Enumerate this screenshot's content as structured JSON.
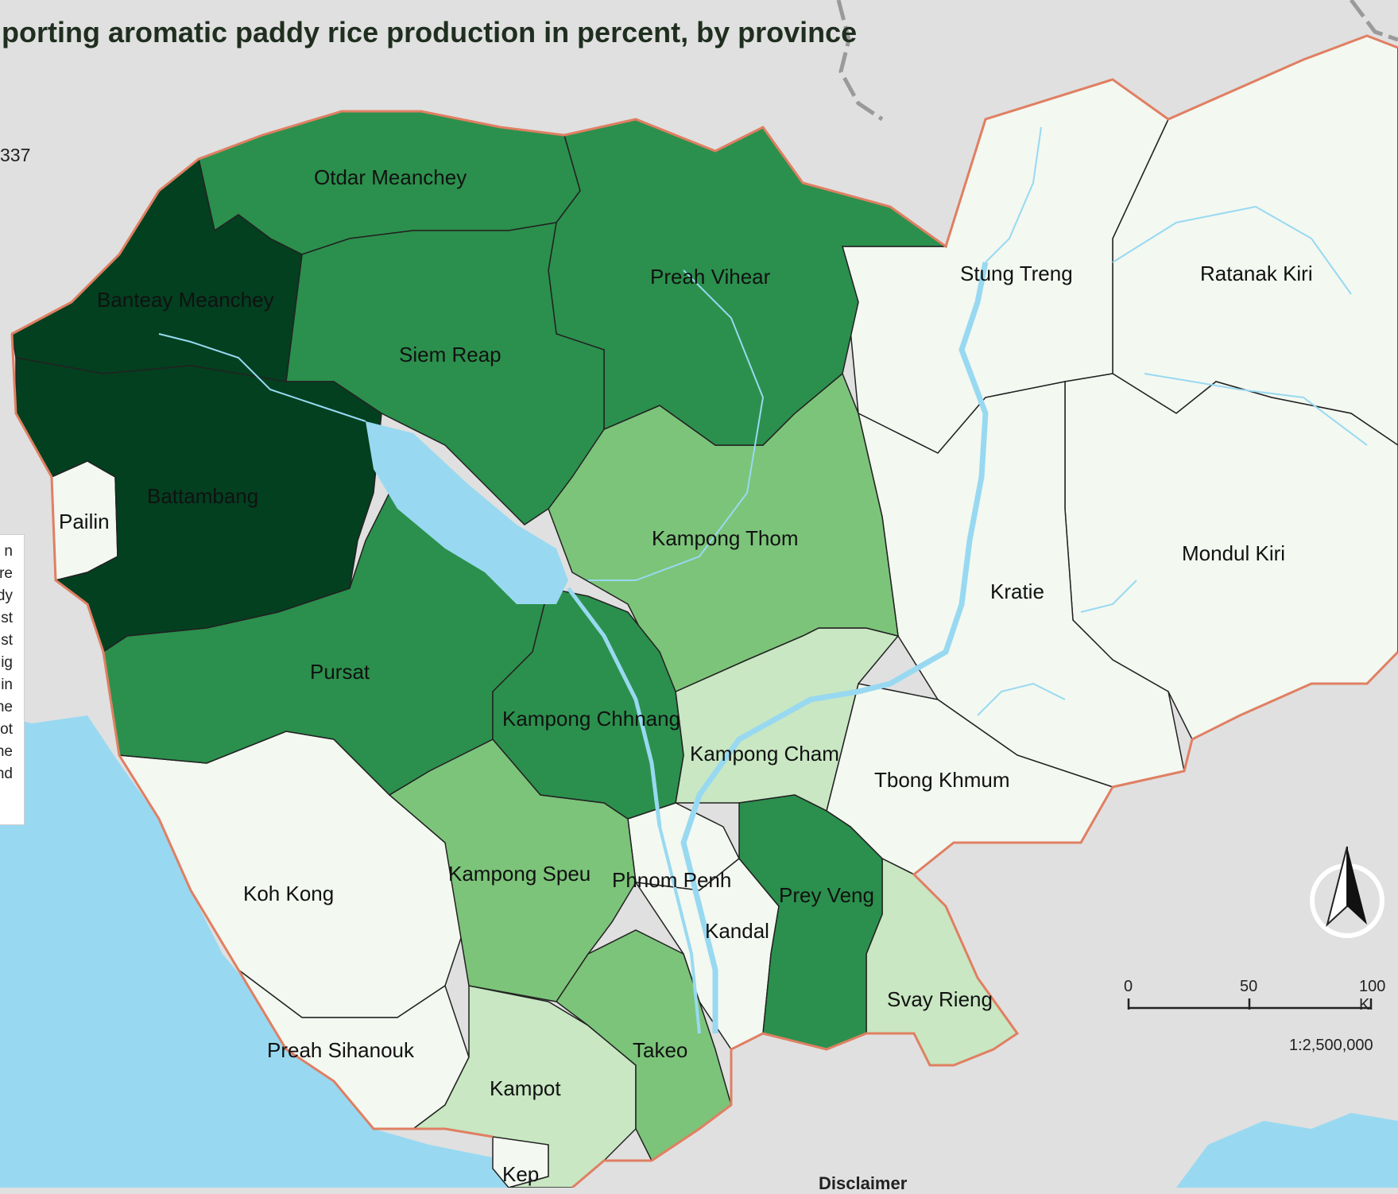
{
  "title": "porting aromatic paddy rice production in percent, by province",
  "left_snippet": "337",
  "legend_fragments": [
    "n",
    "re",
    "dy",
    "st",
    "st",
    "ig",
    "in",
    "he",
    "ot",
    "he",
    "nd"
  ],
  "scale_bar": {
    "ticks": [
      "0",
      "50",
      "100 K"
    ],
    "ratio": "1:2,500,000"
  },
  "disclaimer": "Disclaimer",
  "icons": {
    "north_arrow": "north-arrow-icon"
  },
  "colors": {
    "background": "#e0e0e0",
    "sea": "#98d9f1",
    "border_international": "#e07f62",
    "class_darkest": "#024020",
    "class_dark": "#2b904d",
    "class_medium": "#7cc47a",
    "class_light": "#c8e7c2",
    "class_lightest": "#f3f8f1"
  },
  "provinces": [
    {
      "name": "Otdar Meanchey",
      "level": "dark"
    },
    {
      "name": "Banteay Meanchey",
      "level": "darkest"
    },
    {
      "name": "Preah Vihear",
      "level": "dark"
    },
    {
      "name": "Siem Reap",
      "level": "dark"
    },
    {
      "name": "Battambang",
      "level": "darkest"
    },
    {
      "name": "Pailin",
      "level": "lightest"
    },
    {
      "name": "Stung Treng",
      "level": "lightest"
    },
    {
      "name": "Ratanak Kiri",
      "level": "lightest"
    },
    {
      "name": "Kampong Thom",
      "level": "medium"
    },
    {
      "name": "Kratie",
      "level": "lightest"
    },
    {
      "name": "Mondul Kiri",
      "level": "lightest"
    },
    {
      "name": "Pursat",
      "level": "dark"
    },
    {
      "name": "Kampong Chhnang",
      "level": "dark"
    },
    {
      "name": "Kampong Cham",
      "level": "light"
    },
    {
      "name": "Tbong Khmum",
      "level": "lightest"
    },
    {
      "name": "Koh Kong",
      "level": "lightest"
    },
    {
      "name": "Kampong Speu",
      "level": "medium"
    },
    {
      "name": "Phnom Penh",
      "level": "lightest"
    },
    {
      "name": "Prey Veng",
      "level": "dark"
    },
    {
      "name": "Kandal",
      "level": "lightest"
    },
    {
      "name": "Svay Rieng",
      "level": "light"
    },
    {
      "name": "Preah Sihanouk",
      "level": "lightest"
    },
    {
      "name": "Takeo",
      "level": "medium"
    },
    {
      "name": "Kampot",
      "level": "light"
    },
    {
      "name": "Kep",
      "level": "lightest"
    }
  ]
}
